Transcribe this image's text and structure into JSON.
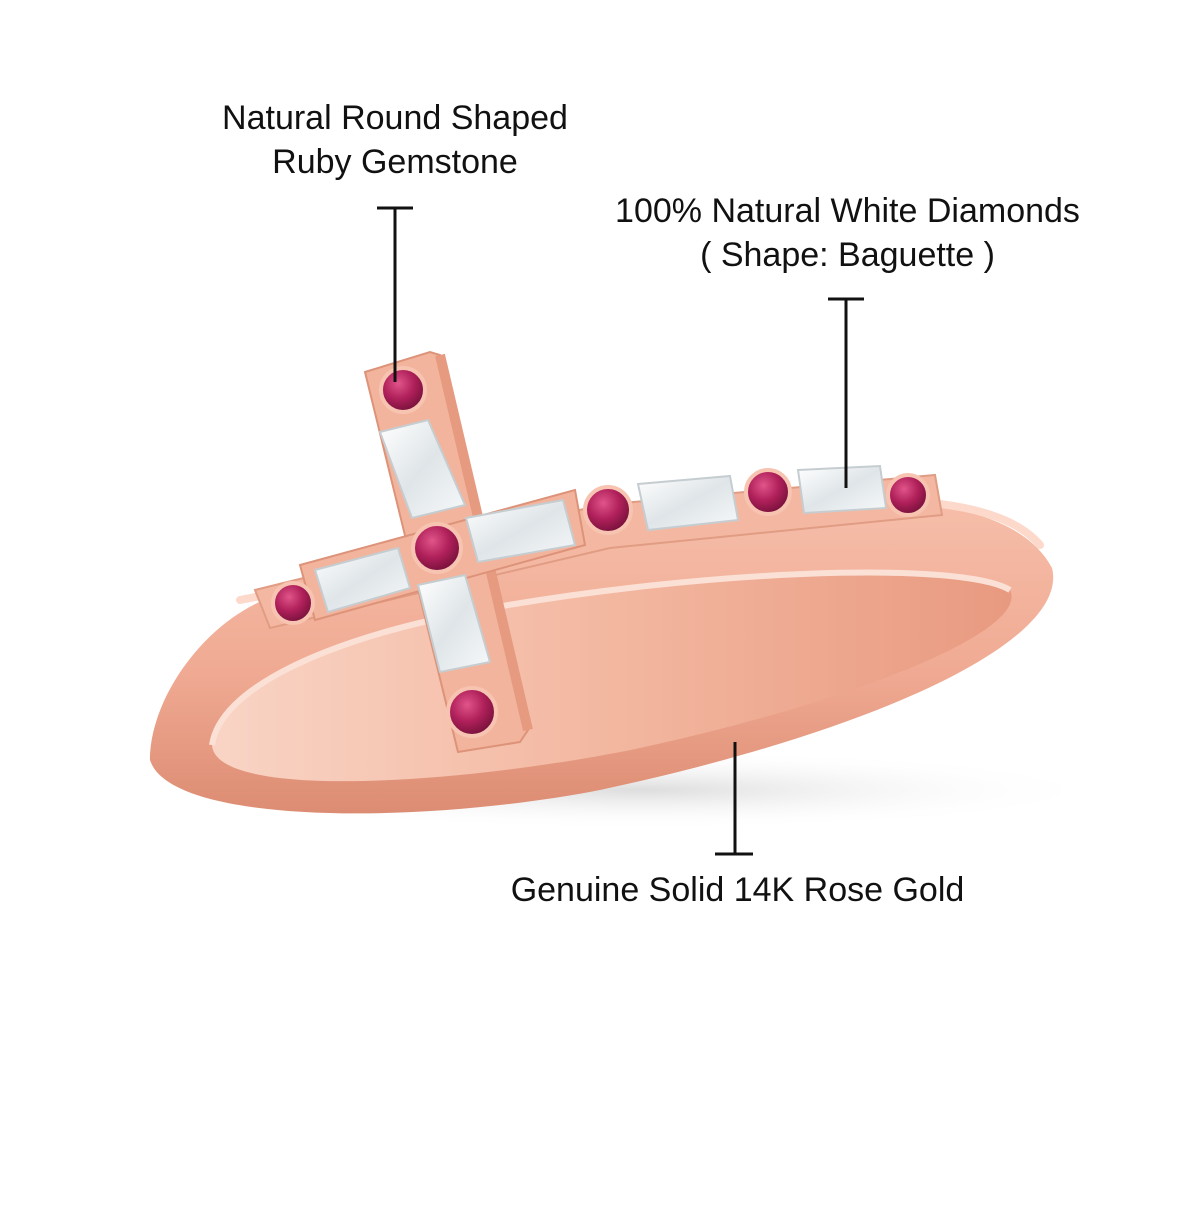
{
  "callouts": {
    "ruby": {
      "line1": "Natural Round Shaped",
      "line2": "Ruby Gemstone"
    },
    "diamond": {
      "line1": "100% Natural White Diamonds",
      "line2": "( Shape: Baguette )"
    },
    "gold": {
      "line1": "Genuine Solid 14K Rose Gold"
    }
  },
  "colors": {
    "rose_gold": "#f0aa93",
    "rose_gold_dark": "#d8866c",
    "rose_gold_light": "#fbd3c3",
    "ruby": "#b0205a",
    "diamond": "#eef2f4",
    "leader": "#111111"
  }
}
